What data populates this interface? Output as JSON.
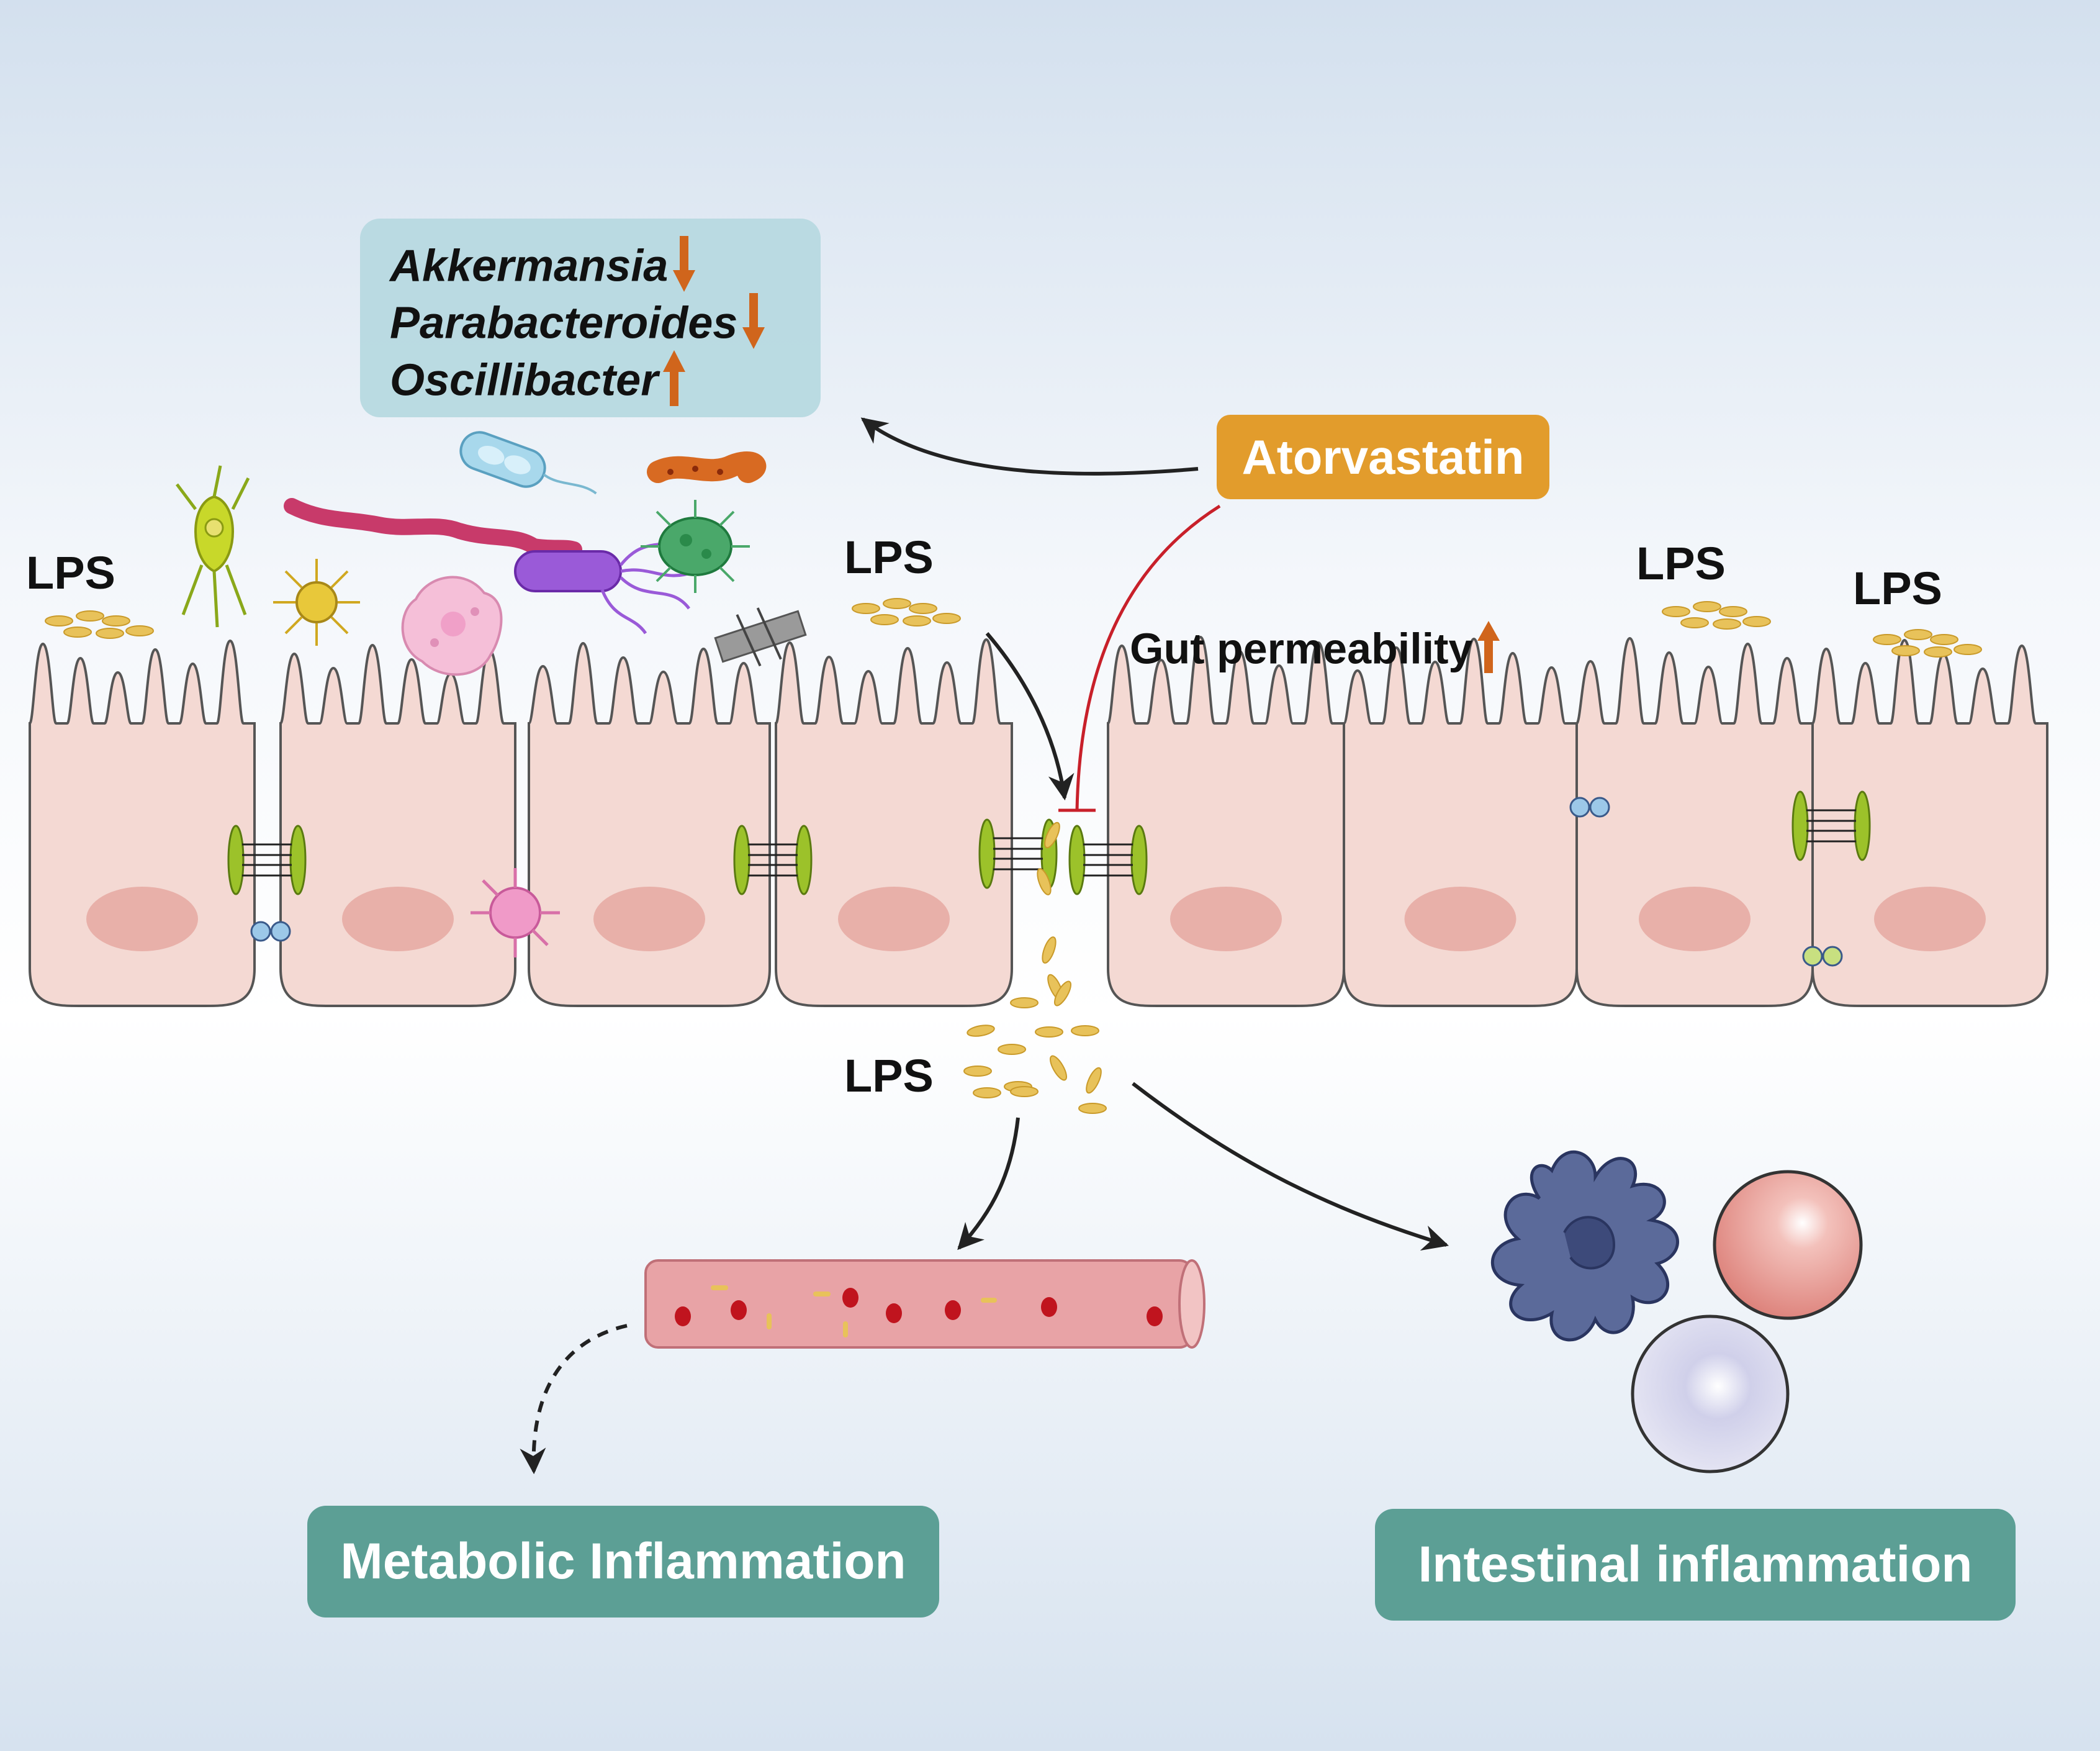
{
  "microbiota": {
    "genera": [
      {
        "name": "Akkermansia",
        "change": "down"
      },
      {
        "name": "Parabacteroides",
        "change": "down"
      },
      {
        "name": "Oscillibacter",
        "change": "up"
      }
    ]
  },
  "drug": {
    "label": "Atorvastatin"
  },
  "permeability": {
    "label": "Gut permeability",
    "change": "up"
  },
  "lps_labels": [
    "LPS",
    "LPS",
    "LPS",
    "LPS",
    "LPS"
  ],
  "outcomes": {
    "metabolic": "Metabolic Inflammation",
    "intestinal": "Intestinal inflammation"
  },
  "colors": {
    "arrow_change": "#d0651c",
    "drug_box": "#e29c2c",
    "inhibition_line": "#c8202a",
    "outcome_box": "#5c9f95",
    "cell_fill": "#f4d9d3",
    "nucleus": "#e8b0a9",
    "lps": "#e8c25a"
  }
}
